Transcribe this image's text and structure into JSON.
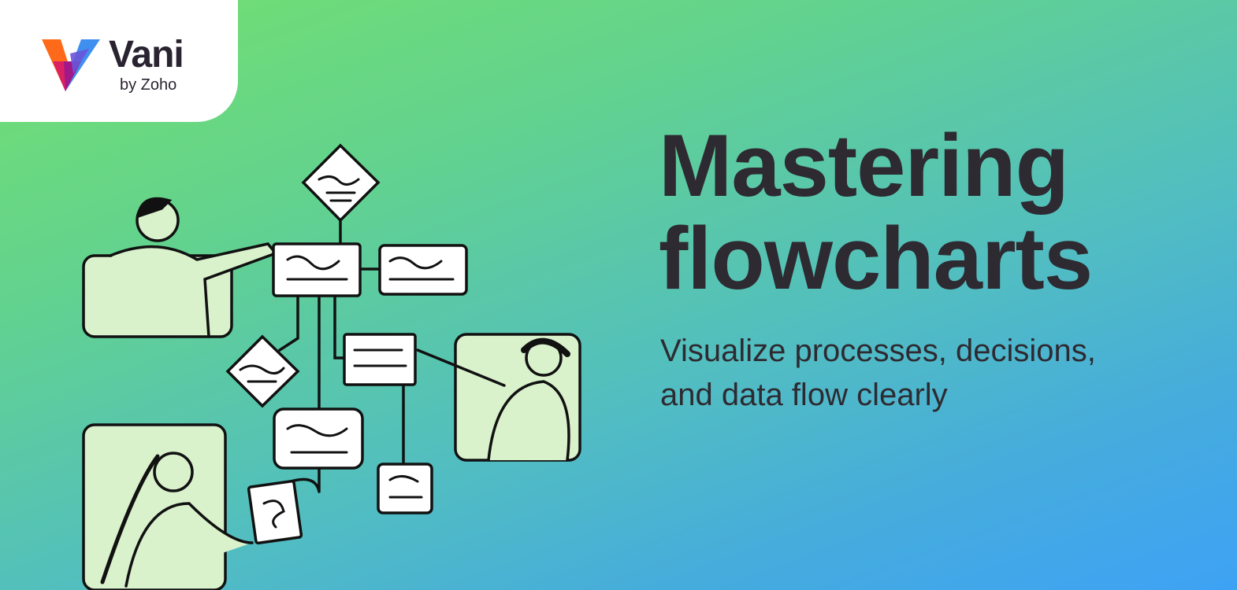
{
  "logo": {
    "name": "Vani",
    "byline": "by Zoho"
  },
  "headline": {
    "line1": "Mastering",
    "line2": "flowcharts"
  },
  "subtitle": {
    "line1": "Visualize processes, decisions,",
    "line2": "and data flow clearly"
  },
  "colors": {
    "gradient_start": "#74e06e",
    "gradient_end": "#3ea2f5",
    "text": "#2e2a31",
    "panel": "#d9f2cc"
  }
}
